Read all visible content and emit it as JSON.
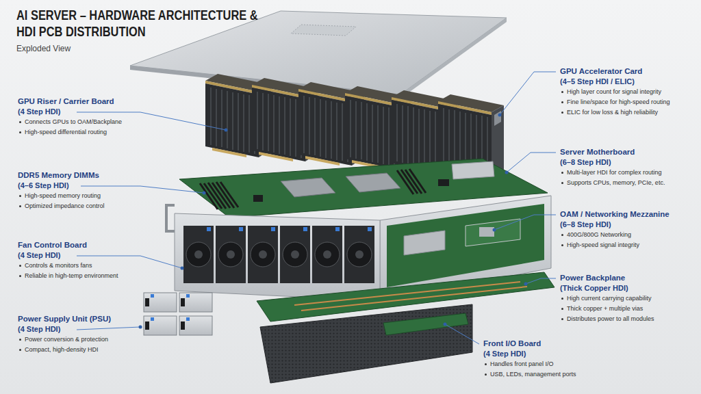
{
  "diagram": {
    "title": "AI SERVER – HARDWARE ARCHITECTURE & HDI PCB DISTRIBUTION",
    "labels": [
      "Exploded View",
      "GPU Riser / Carrier Board",
      "(4 Step HDI)",
      "Connects GPUs to OAM/Backplane",
      "High-speed differential routing",
      "DDR5 Memory DIMMs",
      "(4–6 Step HDI)",
      "High-speed memory routing",
      "Optimized impedance control",
      "Fan Control Board",
      "(4 Step HDI)",
      "Controls & monitors fans",
      "Reliable in high-temp environment",
      "Power Supply Unit (PSU)",
      "(4 Step HDI)",
      "Power conversion & protection",
      "Compact, high-density HDI",
      "GPU Accelerator Card",
      "(4–5 Step HDI / ELIC)",
      "High layer count for signal integrity",
      "Fine line/space for high-speed routing",
      "ELIC for low loss & high reliability",
      "Server Motherboard",
      "(6–8 Step HDI)",
      "Multi-layer HDI for complex routing",
      "Supports CPUs, memory, PCIe, etc.",
      "OAM / Networking Mezzanine",
      "(6–8 Step HDI)",
      "400G/800G Networking",
      "High-speed signal integrity",
      "Power Backplane",
      "(Thick Copper HDI)",
      "High current carrying capability",
      "Thick copper + multiple vias",
      "Distributes power to all modules",
      "Front I/O Board",
      "(4 Step HDI)",
      "Handles front panel I/O",
      "USB, LEDs, management ports"
    ]
  }
}
